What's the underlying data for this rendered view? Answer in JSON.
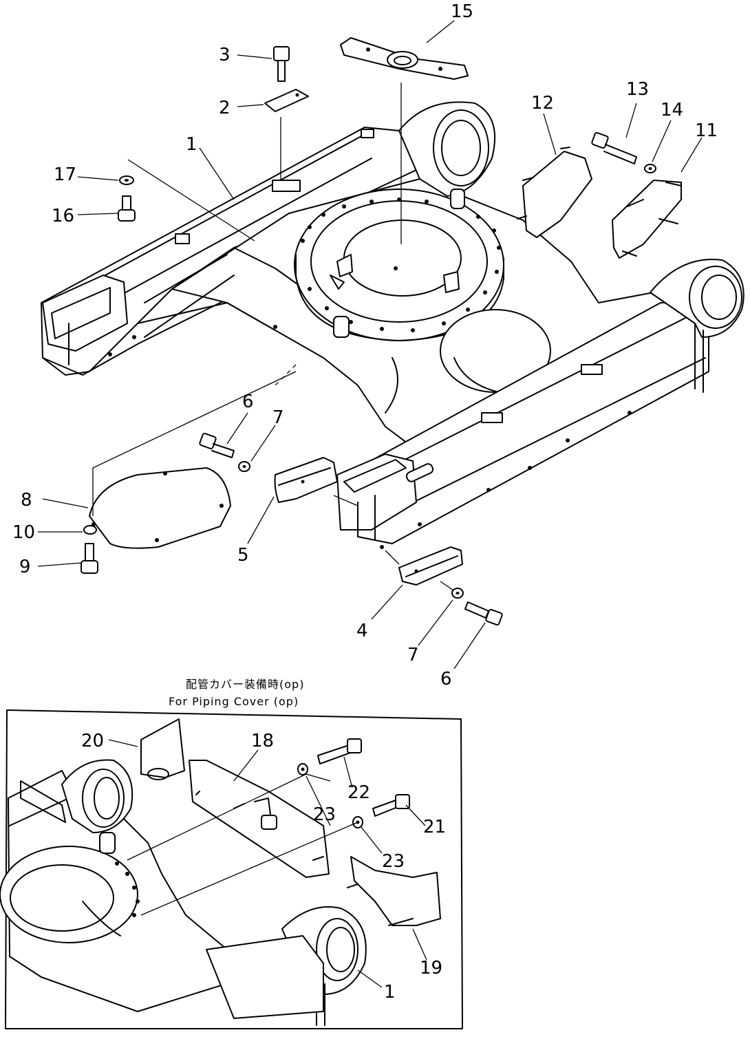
{
  "callouts": {
    "c1": "1",
    "c2": "2",
    "c3": "3",
    "c4": "4",
    "c5": "5",
    "c6a": "6",
    "c6b": "6",
    "c7a": "7",
    "c7b": "7",
    "c8": "8",
    "c9": "9",
    "c10": "10",
    "c11": "11",
    "c12": "12",
    "c13": "13",
    "c14": "14",
    "c15": "15",
    "c16": "16",
    "c17": "17",
    "c18": "18",
    "c19": "19",
    "c20": "20",
    "c21": "21",
    "c22": "22",
    "c23a": "23",
    "c23b": "23",
    "c1b": "1"
  },
  "inset": {
    "caption_jp": "配管カバー装備時(op)",
    "caption_en": "For Piping Cover (op)"
  }
}
